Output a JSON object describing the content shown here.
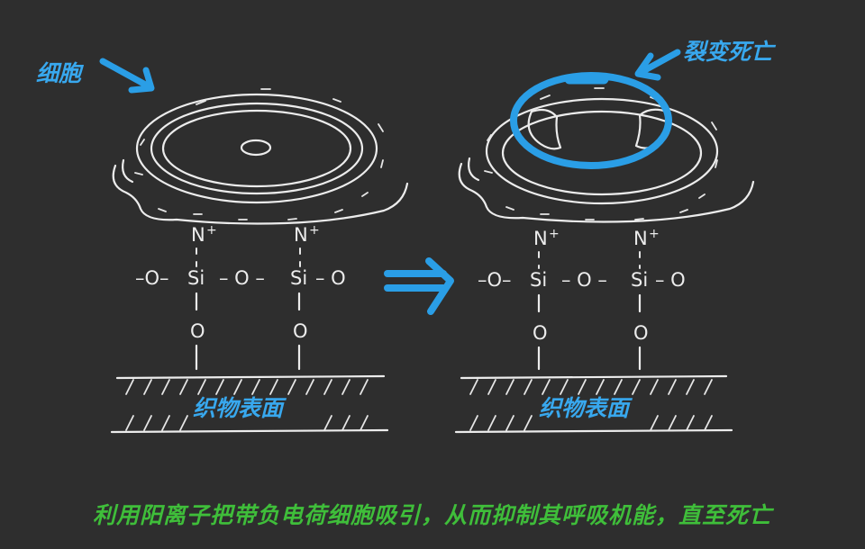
{
  "labels": {
    "cell": "细胞",
    "rupture_death": "裂变死亡",
    "fabric_surface_left": "织物表面",
    "fabric_surface_right": "织物表面"
  },
  "chem": {
    "n_plus": "N",
    "plus": "+",
    "si": "Si",
    "o": "O",
    "dash_o_left": "–O–",
    "dash_o_mid": "– O –",
    "dash_o_right": "– O"
  },
  "caption": "利用阳离子把带负电荷细胞吸引，从而抑制其呼吸机能，直至死亡",
  "colors": {
    "background": "#2e2e2e",
    "chalk": "#ececec",
    "annotation_blue": "#2a9ee6",
    "caption_green": "#3fbe3a"
  }
}
